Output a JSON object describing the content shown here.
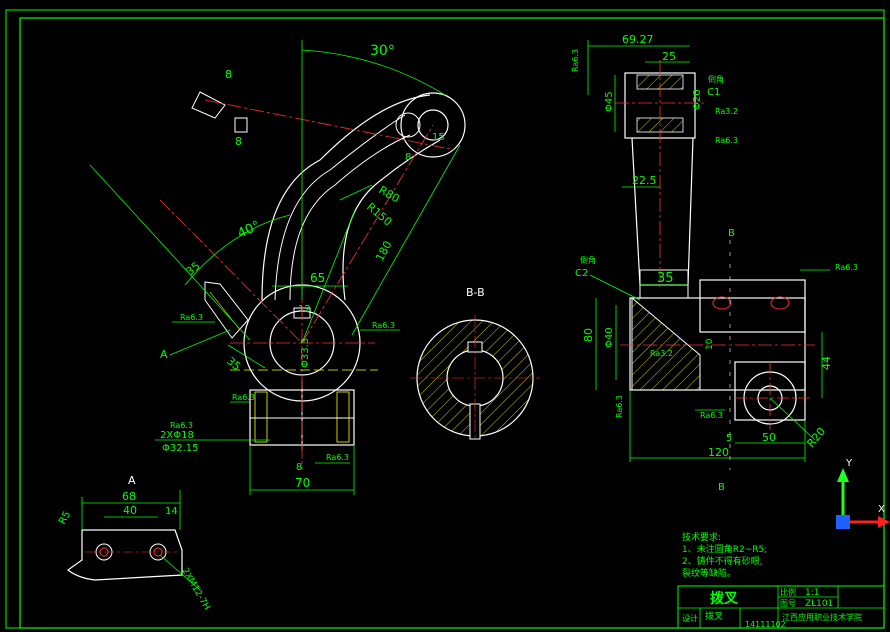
{
  "colors": {
    "background": "#000000",
    "outline": "#ffffff",
    "dimension": "#00ff00",
    "centerline": "#ff3030",
    "hatch": "#ffff00",
    "text": "#00ff00",
    "axis_x": "#ff2020",
    "axis_y": "#20ff20",
    "axis_z": "#2060ff"
  },
  "main_view": {
    "dims": {
      "angle_30": "30°",
      "angle_40": "40°",
      "d_8a": "8",
      "d_8b": "8",
      "d_35a": "35",
      "d_35b": "35",
      "d_65": "65",
      "d_12": "12",
      "d_70": "70",
      "d_8c": "8",
      "d_180": "180",
      "d_r80": "R80",
      "d_r150": "R150",
      "d_8d": "8",
      "d_15": "15",
      "d_phi33": "Φ33.3",
      "d_zx": "2XΦ18",
      "d_phi32": "Φ32.15"
    },
    "roughness": [
      "Ra6.3",
      "Ra6.3",
      "Ra6.3",
      "Ra6.3",
      "Ra6.3"
    ],
    "label_a": "A"
  },
  "section_bb": {
    "title": "B-B"
  },
  "side_view": {
    "dims": {
      "d_69": "69.27",
      "d_25": "25",
      "d_phi45": "Φ45",
      "d_phi20": "Φ20",
      "d_c1": "C1",
      "d_22": "22.5",
      "d_35": "35",
      "d_c2": "C2",
      "d_80": "80",
      "d_phi40": "Φ40",
      "d_10": "10",
      "d_44": "44",
      "d_5": "5",
      "d_50": "50",
      "d_120": "120",
      "d_r20": "R20"
    },
    "roughness": [
      "Ra6.3",
      "Ra3.2",
      "Ra6.3",
      "Ra3.2",
      "Ra6.3",
      "Ra6.3",
      "Ra6.3"
    ],
    "label_b_top": "B",
    "label_b_bottom": "B",
    "note_chamfer_top": "倒角",
    "note_chamfer_bottom": "倒角"
  },
  "view_a": {
    "title": "A",
    "dims": {
      "d_68": "68",
      "d_40": "40",
      "d_14": "14",
      "d_r5": "R5",
      "d_thread": "2XM12-7H"
    }
  },
  "notes": {
    "title": "技术要求:",
    "line1": "1、未注圆角R2~R5;",
    "line2": "2、铸件不得有砂眼,",
    "line3": "裂纹等缺陷。"
  },
  "title_block": {
    "part_name": "拨叉",
    "scale_label": "比例",
    "scale_value": "1:1",
    "drawing_label": "图号",
    "drawing_value": "ZL101",
    "material": "拨叉",
    "designer_label": "设计",
    "school": "江西应用职业技术学院",
    "student_id": "14111102"
  },
  "axes": {
    "y_label": "Y",
    "x_label": "X"
  }
}
